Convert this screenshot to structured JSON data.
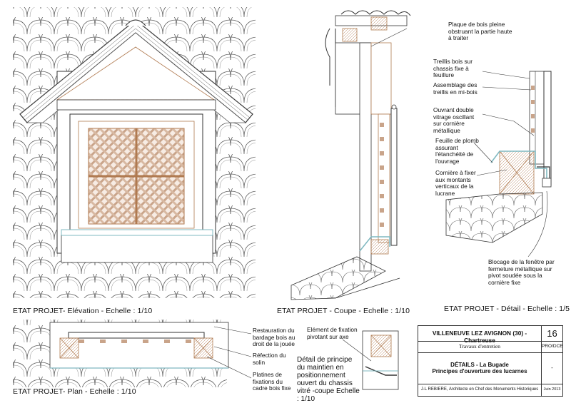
{
  "captions": {
    "elevation": "ETAT PROJET- Elévation - Echelle : 1/10",
    "coupe": "ETAT PROJET - Coupe - Echelle : 1/10",
    "detail": "ETAT PROJET - Détail - Echelle : 1/5",
    "plan": "ETAT PROJET- Plan - Echelle : 1/10"
  },
  "annotations": {
    "plaque": "Plaque de bois pleine obstruant la partie haute à traiter",
    "treillis": "Treillis bois sur chassis fixe à feuillure",
    "assemblage": "Assemblage des treillis en mi-bois",
    "ouvrant": "Ouvrant double vitrage oscillant sur cornière métallique",
    "feuille": "Feuille de plomb assurant l'étanchéité de l'ouvrage",
    "corniere": "Cornière à fixer aux montants verticaux de la lucrane",
    "blocage": "Blocage de la fenêtre par fermeture métallique sur pivot soudée sous la cornière fixe",
    "restauration": "Restauration du bardage bois au droit de la jouée",
    "refection": "Réfection du solin",
    "platines": "Platines de fixations du cadre bois fixe",
    "fixation": "Elément de fixation pivotant sur axe"
  },
  "detail_principe": "Détail de principe du maintien en positionnement ouvert du chassis vitré -coupe Echelle : 1/10",
  "title_block": {
    "project": "VILLENEUVE LEZ AVIGNON (30) - Chartreuse",
    "works": "Travaux d'entretien",
    "sheet_number": "16",
    "phase": "PRO/DCE",
    "details_title": "DÉTAILS - La Bugade",
    "details_subtitle": "Principes d'ouverture des lucarnes",
    "dash": "-",
    "architect": "J-L REBIERE, Architecte en Chef des Monuments Historiques",
    "date": "Juin 2013"
  },
  "colors": {
    "line": "#333333",
    "wood": "#b07a50",
    "glass": "#7fb8c0",
    "hatch": "#c9a48a"
  }
}
